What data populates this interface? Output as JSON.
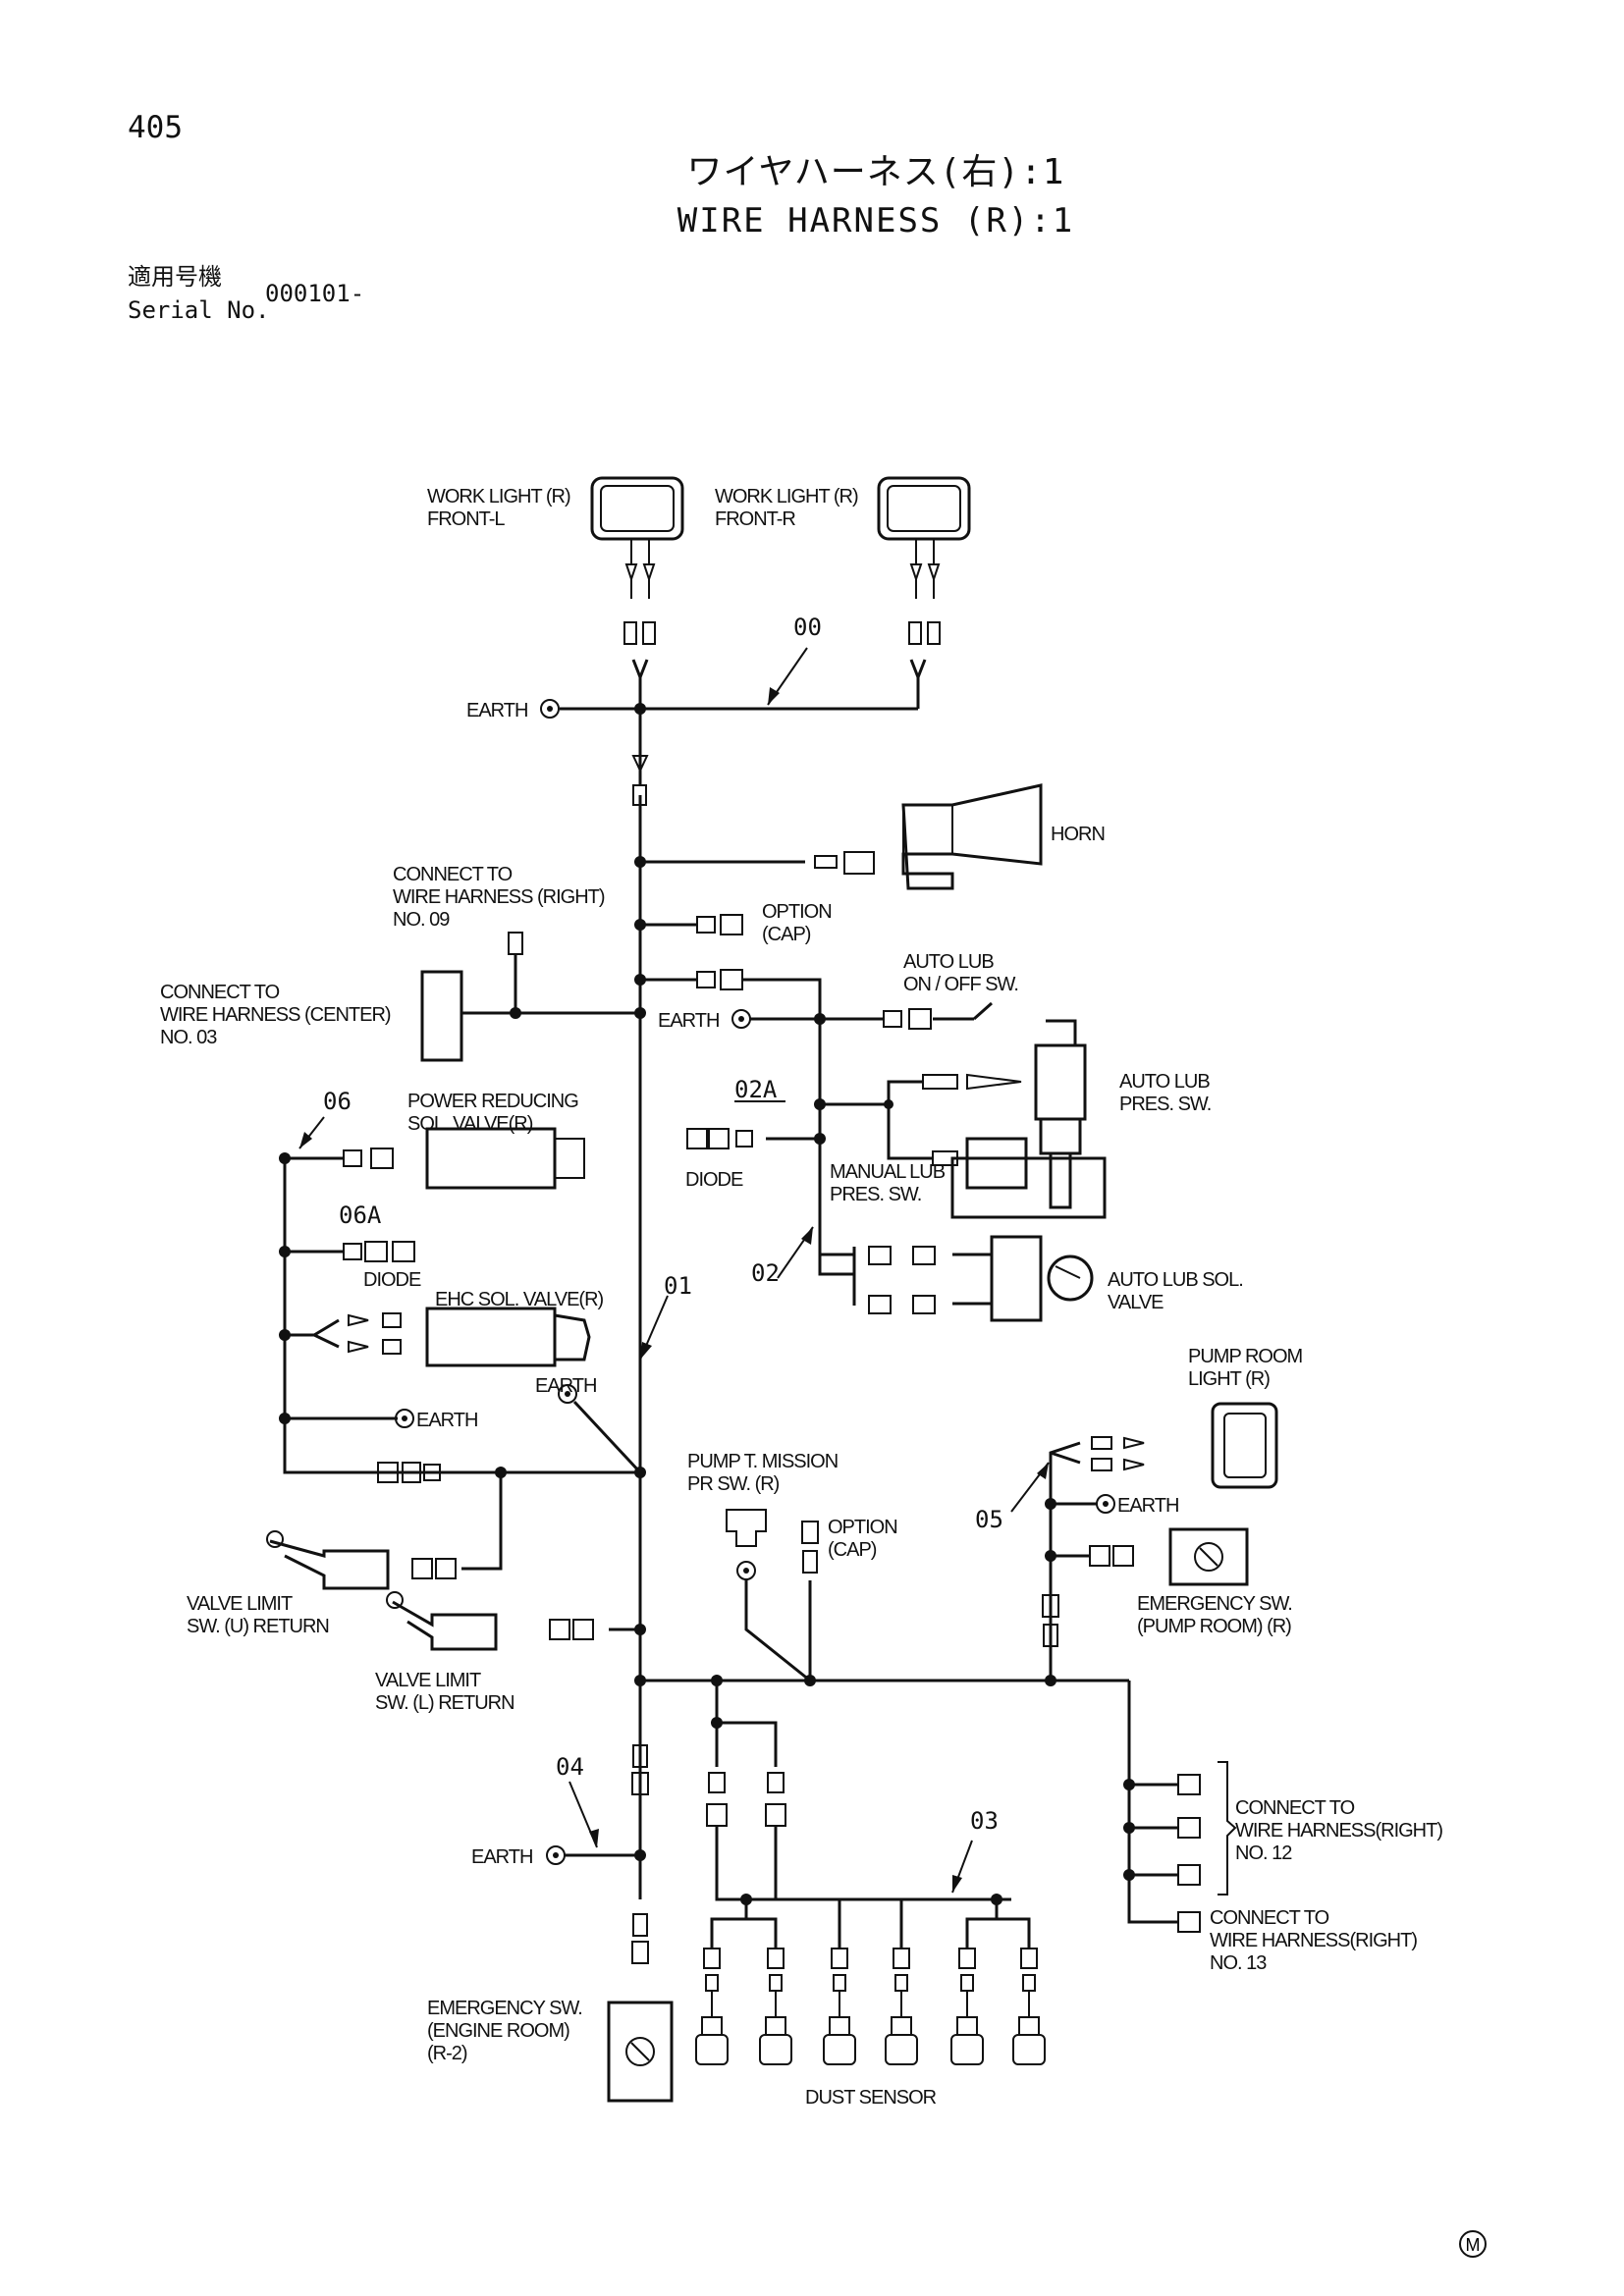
{
  "page": {
    "number": "405",
    "title_jp": "ワイヤハーネス(右):1",
    "title_en": "WIRE HARNESS (R):1",
    "serial_label_jp": "適用号機",
    "serial_label_en": "Serial No.",
    "serial_value": "000101-",
    "mark": "M"
  },
  "labels": {
    "work_light_l_1": "WORK LIGHT (R)",
    "work_light_l_2": "FRONT-L",
    "work_light_r_1": "WORK LIGHT (R)",
    "work_light_r_2": "FRONT-R",
    "earth": "EARTH",
    "horn": "HORN",
    "connect_r09_1": "CONNECT TO",
    "connect_r09_2": "WIRE HARNESS (RIGHT)",
    "connect_r09_3": "NO. 09",
    "option": "OPTION",
    "cap": "(CAP)",
    "connect_c03_1": "CONNECT TO",
    "connect_c03_2": "WIRE HARNESS (CENTER)",
    "connect_c03_3": "NO. 03",
    "auto_lub_sw_1": "AUTO LUB",
    "auto_lub_sw_2": "ON / OFF SW.",
    "auto_lub_pres_1": "AUTO LUB",
    "auto_lub_pres_2": "PRES. SW.",
    "diode": "DIODE",
    "manual_lub_1": "MANUAL LUB",
    "manual_lub_2": "PRES. SW.",
    "power_red_1": "POWER REDUCING",
    "power_red_2": "SOL. VALVE(R)",
    "ehc": "EHC SOL. VALVE(R)",
    "auto_lub_sol_1": "AUTO LUB SOL.",
    "auto_lub_sol_2": "VALVE",
    "pump_light_1": "PUMP ROOM",
    "pump_light_2": "LIGHT (R)",
    "pump_tm_1": "PUMP T. MISSION",
    "pump_tm_2": "PR SW. (R)",
    "emerg_pump_1": "EMERGENCY SW.",
    "emerg_pump_2": "(PUMP ROOM) (R)",
    "valve_u_1": "VALVE LIMIT",
    "valve_u_2": "SW. (U) RETURN",
    "valve_l_1": "VALVE LIMIT",
    "valve_l_2": "SW. (L) RETURN",
    "connect_r12_1": "CONNECT TO",
    "connect_r12_2": "WIRE HARNESS(RIGHT)",
    "connect_r12_3": "NO. 12",
    "connect_r13_1": "CONNECT TO",
    "connect_r13_2": "WIRE HARNESS(RIGHT)",
    "connect_r13_3": "NO. 13",
    "emerg_eng_1": "EMERGENCY SW.",
    "emerg_eng_2": "(ENGINE ROOM)",
    "emerg_eng_3": "(R-2)",
    "dust": "DUST SENSOR"
  },
  "harness_numbers": {
    "n00": "00",
    "n01": "01",
    "n02": "02",
    "n02a": "02A",
    "n03": "03",
    "n04": "04",
    "n05": "05",
    "n06": "06",
    "n06a": "06A"
  }
}
